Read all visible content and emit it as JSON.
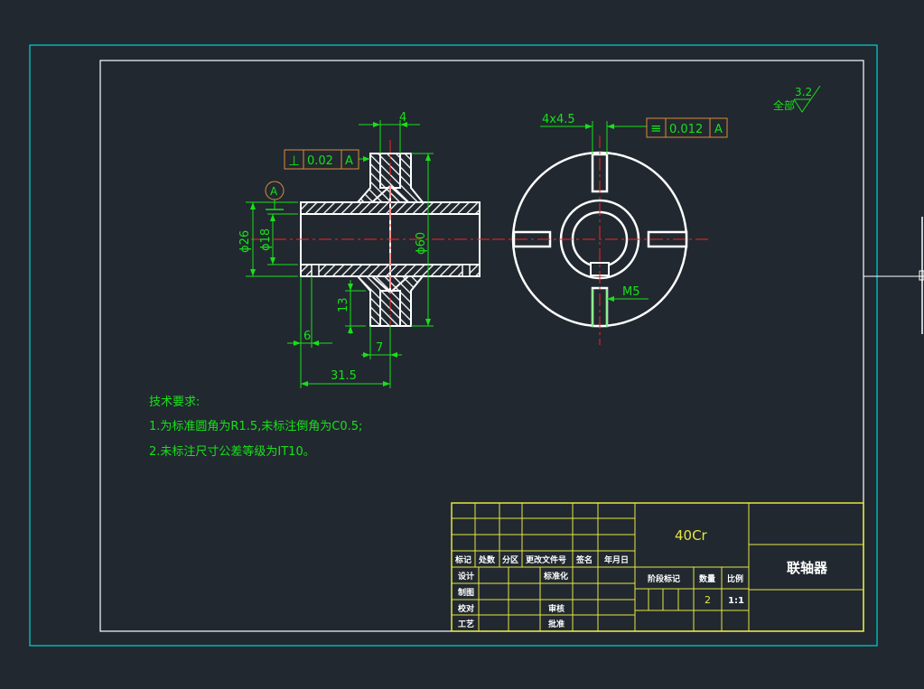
{
  "dimensions": {
    "width_4": "4",
    "dia_26": "ϕ26",
    "dia_18": "ϕ18",
    "dia_60": "ϕ60",
    "height_13": "13",
    "width_6": "6",
    "width_7": "7",
    "length_31_5": "31.5",
    "chamfer": "4x4.5",
    "thread": "M5"
  },
  "tolerances": {
    "perpendicularity": {
      "symbol": "⊥",
      "value": "0.02",
      "datum": "A"
    },
    "symmetry": {
      "symbol": "≡",
      "value": "0.012",
      "datum": "A"
    },
    "datum_label": "A"
  },
  "surface_finish": {
    "prefix": "全部",
    "value": "3.2"
  },
  "technical_requirements": {
    "title": "技术要求:",
    "items": [
      "1.为标准圆角为R1.5,未标注倒角为C0.5;",
      "2.未标注尺寸公差等级为IT10。"
    ]
  },
  "title_block": {
    "material": "40Cr",
    "part_name": "联轴器",
    "header_labels": [
      "标记",
      "处数",
      "分区",
      "更改文件号",
      "签名",
      "年月日"
    ],
    "row_labels": [
      "设计",
      "制图",
      "校对",
      "工艺"
    ],
    "standardization": "标准化",
    "review": "审核",
    "approve": "批准",
    "stage_mark": "阶段标记",
    "quantity_label": "数量",
    "scale_label": "比例",
    "quantity": "2",
    "scale": "1:1"
  },
  "colors": {
    "background": "#212830",
    "outer_frame": "#00c8c8",
    "inner_frame": "#ffffff",
    "geometry": "#ffffff",
    "dimension": "#19e019",
    "centerline": "#ff2020",
    "title_block": "#e6e640",
    "tolerance_box": "#e08a3a"
  }
}
